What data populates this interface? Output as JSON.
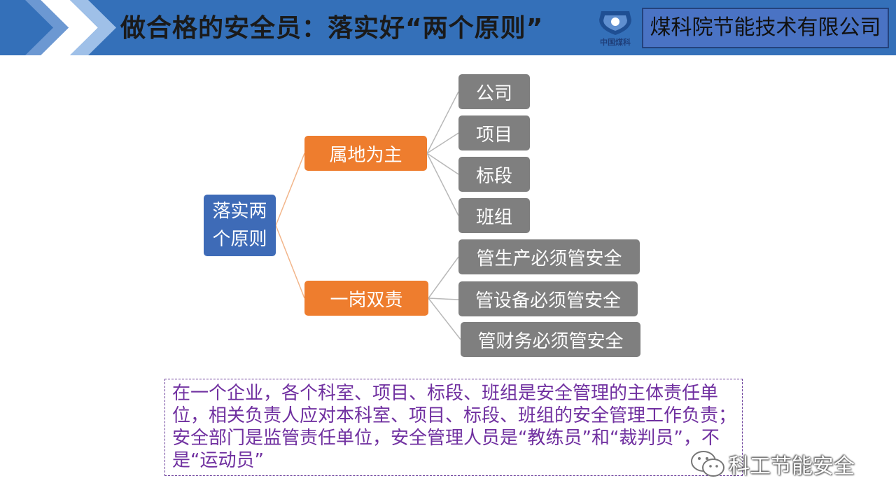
{
  "header": {
    "title": "做合格的安全员：落实好“两个原则”",
    "logo_caption": "中国煤科",
    "company": "煤科院节能技术有限公司"
  },
  "diagram": {
    "root": "落实两个原则",
    "branches": [
      {
        "label": "属地为主",
        "children": [
          "公司",
          "项目",
          "标段",
          "班组"
        ]
      },
      {
        "label": "一岗双责",
        "children": [
          "管生产必须管安全",
          "管设备必须管安全",
          "管财务必须管安全"
        ]
      }
    ]
  },
  "note": "在一个企业，各个科室、项目、标段、班组是安全管理的主体责任单位，相关负责人应对本科室、项目、标段、班组的安全管理工作负责；安全部门是监管责任单位，安全管理人员是“教练员”和“裁判员”，不是“运动员”",
  "watermark": "科工节能安全",
  "colors": {
    "header": "#3470b9",
    "root_node": "#3e6bb7",
    "branch_node": "#ee7d2e",
    "leaf_node": "#7f7f7f",
    "note_text": "#7030a0"
  }
}
